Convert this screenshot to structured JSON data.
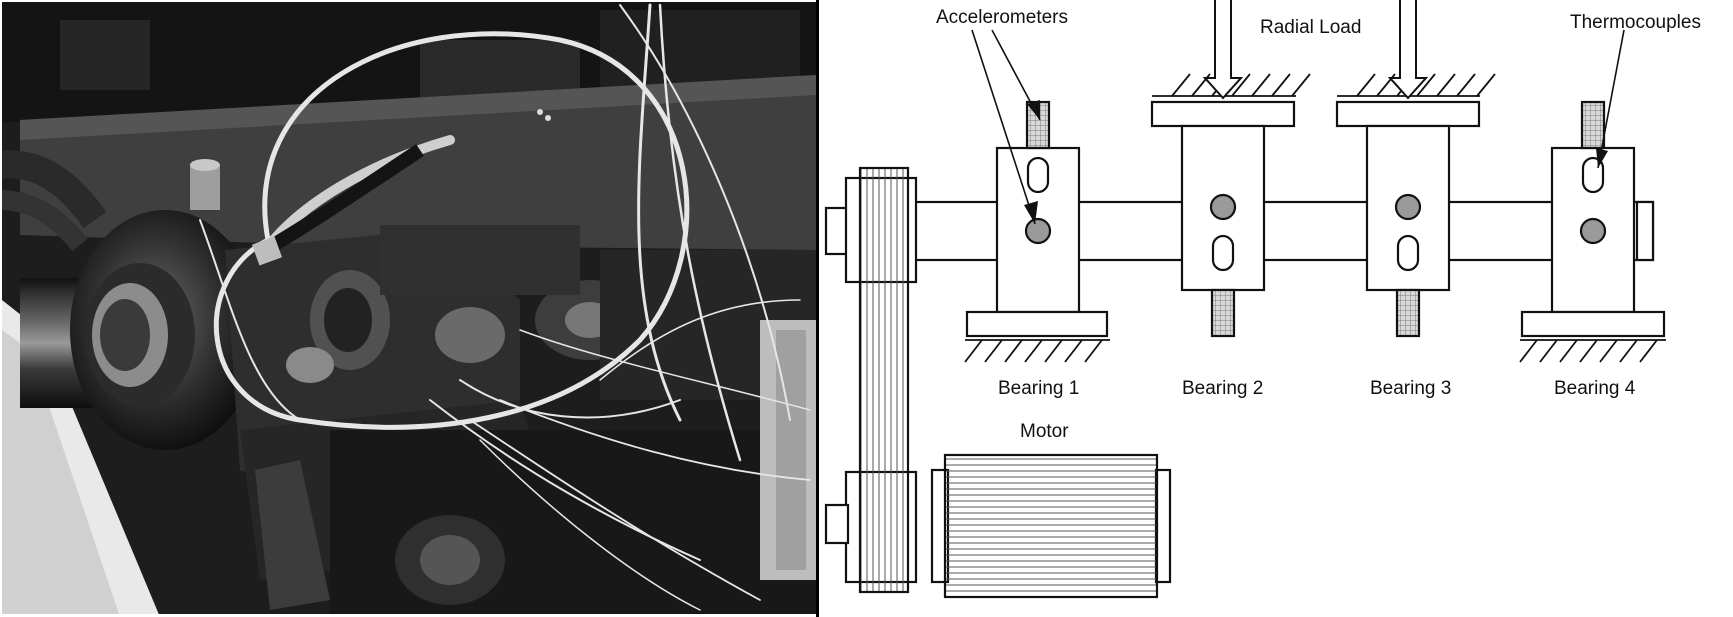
{
  "labels": {
    "accelerometers": "Accelerometers",
    "radial_load": "Radial Load",
    "thermocouples": "Thermocouples",
    "motor": "Motor"
  },
  "bearings": [
    {
      "label": "Bearing 1"
    },
    {
      "label": "Bearing 2"
    },
    {
      "label": "Bearing 3"
    },
    {
      "label": "Bearing 4"
    }
  ],
  "colors": {
    "line": "#111111",
    "sensor_fill": "#9a9a9a",
    "photo_dark": "#1c1c1c"
  }
}
